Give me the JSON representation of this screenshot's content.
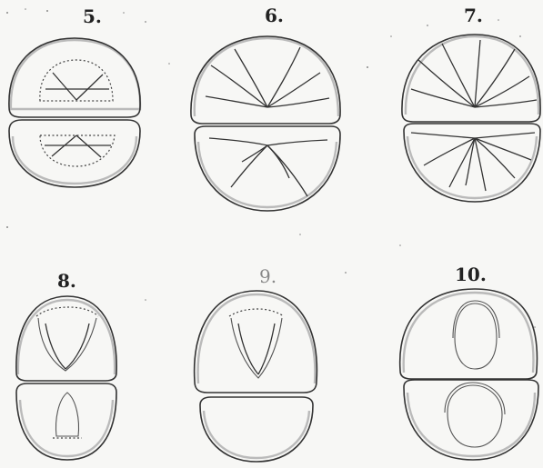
{
  "figures": [
    {
      "label": "5."
    },
    {
      "label": "6."
    },
    {
      "label": "7."
    },
    {
      "label": "8."
    },
    {
      "label": "9."
    },
    {
      "label": "10."
    }
  ]
}
